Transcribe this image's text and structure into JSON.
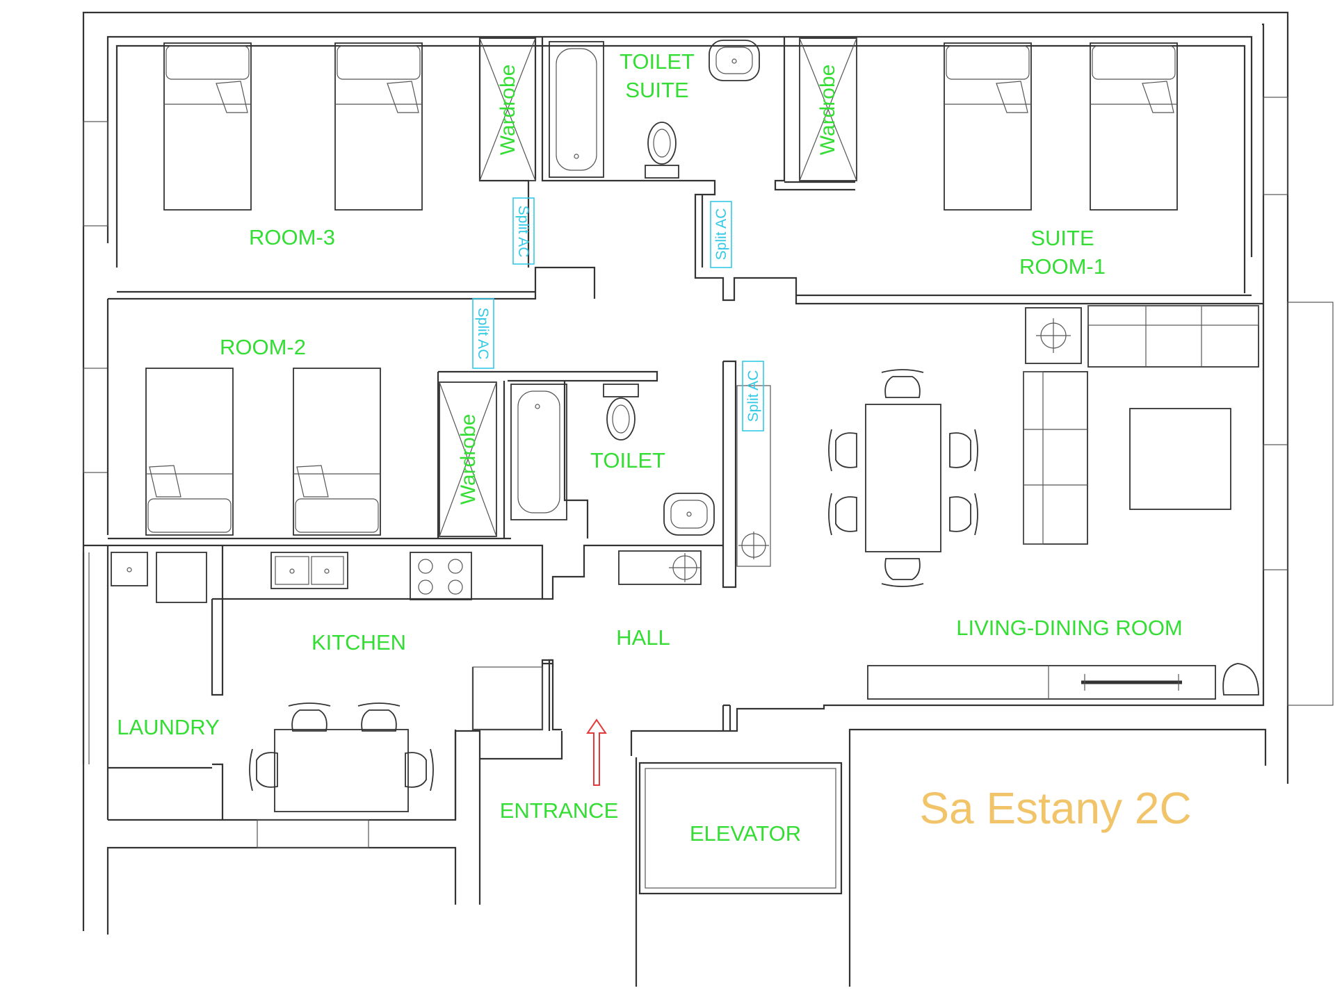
{
  "title": "Sa Estany 2C",
  "colors": {
    "room_label": "#33dd33",
    "ac_label": "#33c9e6",
    "title": "#f2c46a",
    "entrance_arrow": "#e23a3a",
    "wall": "#333333"
  },
  "rooms": {
    "room3": "ROOM-3",
    "toilet_suite_line1": "TOILET",
    "toilet_suite_line2": "SUITE",
    "suite_room1_line1": "SUITE",
    "suite_room1_line2": "ROOM-1",
    "room2": "ROOM-2",
    "toilet": "TOILET",
    "kitchen": "KITCHEN",
    "hall": "HALL",
    "living_dining": "LIVING-DINING ROOM",
    "laundry": "LAUNDRY",
    "entrance": "ENTRANCE",
    "elevator": "ELEVATOR"
  },
  "fixtures": {
    "wardrobe": "Wardrobe",
    "split_ac": "Split AC"
  },
  "icons": [
    "entrance-arrow-icon",
    "bed-icon",
    "chair-icon",
    "sink-icon",
    "toilet-icon",
    "bathtub-icon",
    "cooktop-icon",
    "water-heater-icon"
  ]
}
